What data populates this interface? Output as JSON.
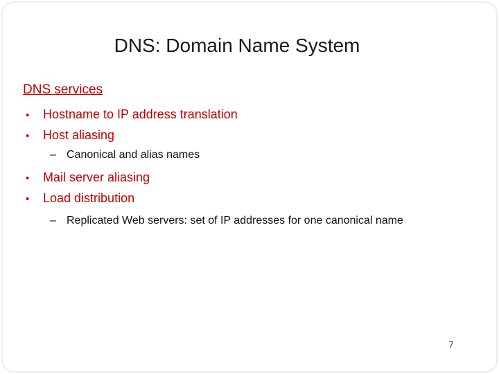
{
  "slide": {
    "title": "DNS: Domain Name System",
    "section_header": "DNS services",
    "bullets": [
      {
        "level": 1,
        "text": "Hostname to IP address translation"
      },
      {
        "level": 1,
        "text": "Host aliasing"
      },
      {
        "level": 2,
        "text": "Canonical and alias names"
      },
      {
        "level": 1,
        "text": "Mail server aliasing"
      },
      {
        "level": 1,
        "text": "Load distribution"
      },
      {
        "level": 2,
        "text": "Replicated Web servers: set of IP addresses for one canonical name"
      }
    ],
    "markers": {
      "bullet": "•",
      "dash": "–"
    },
    "page_number": "7",
    "colors": {
      "accent_red": "#c00000",
      "title_black": "#1a1a1a",
      "sub_bullet_black": "#111111",
      "background": "#ffffff",
      "frame_border": "#ededed"
    }
  }
}
